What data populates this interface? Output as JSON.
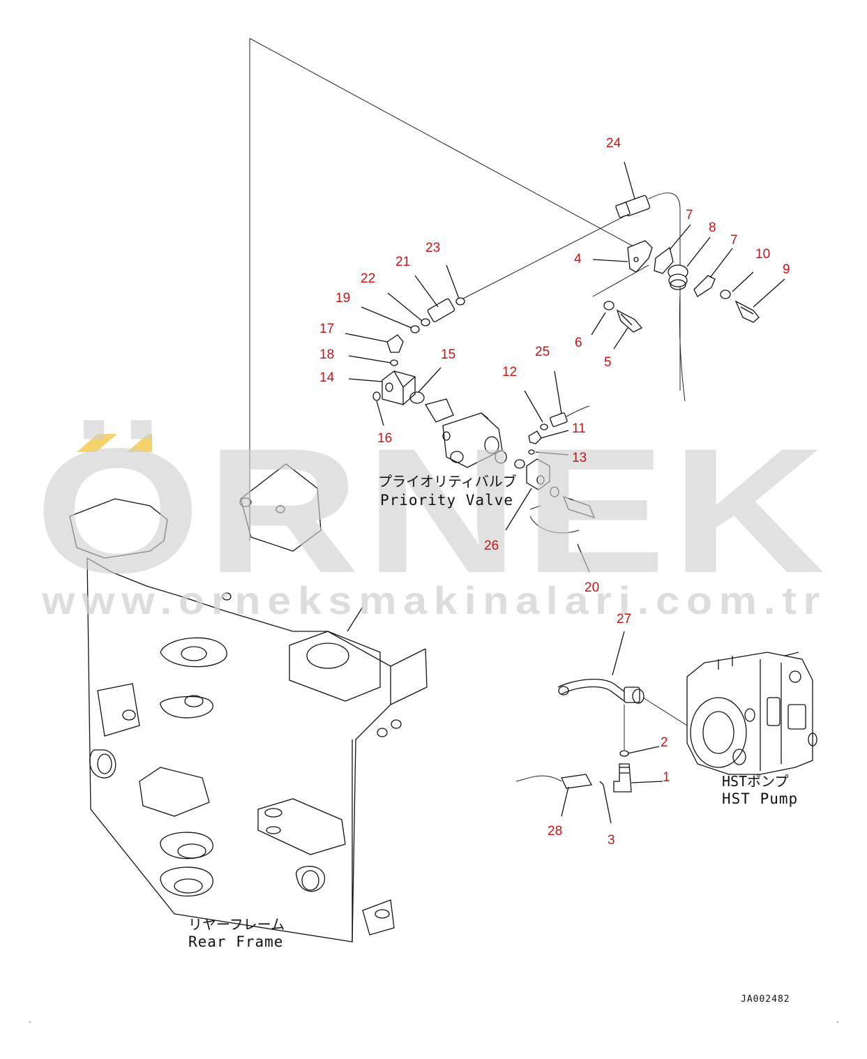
{
  "diagram": {
    "drawing_code": "JA002482",
    "watermark": {
      "brand": "ÖRNEK",
      "url": "www.orneksmakinalari.com.tr",
      "accent_color": "#f5d36a"
    },
    "components": {
      "priority_valve": {
        "jp": "プライオリティバルブ",
        "en": "Priority Valve"
      },
      "hst_pump": {
        "jp": "HSTポンプ",
        "en": "HST Pump"
      },
      "rear_frame": {
        "jp": "リヤーフレーム",
        "en": "Rear Frame"
      }
    },
    "callouts": [
      "1",
      "2",
      "3",
      "4",
      "5",
      "6",
      "7",
      "7",
      "8",
      "9",
      "10",
      "11",
      "12",
      "13",
      "14",
      "15",
      "16",
      "17",
      "18",
      "19",
      "20",
      "21",
      "22",
      "23",
      "24",
      "25",
      "26",
      "27",
      "28"
    ],
    "callout_color": "#c81414"
  }
}
